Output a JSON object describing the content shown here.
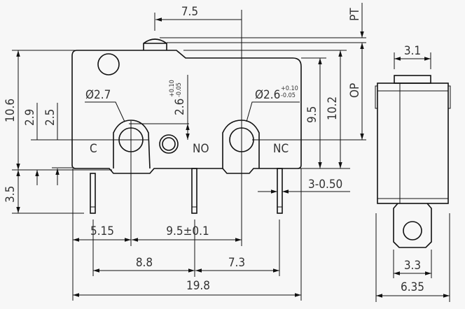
{
  "title": "Microswitch dimension drawing",
  "labels": {
    "terminal_c": "C",
    "terminal_no": "NO",
    "terminal_nc": "NC"
  },
  "dimensions": {
    "lever_offset": "7.5",
    "pt": "PT",
    "op": "OP",
    "height_total": "10.6",
    "d_2_9": "2.9",
    "d_2_5": "2.5",
    "pin_length": "3.5",
    "hole_left": "Ø2.7",
    "hole_right": "Ø2.6",
    "hole_right_tol_plus": "+0.10",
    "hole_right_tol_minus": "-0.05",
    "hole_height": "2.6",
    "hole_height_tol_plus": "+0.10",
    "hole_height_tol_minus": "-0.05",
    "d_9_5_vertical": "9.5",
    "d_10_2": "10.2",
    "pin_thickness": "3-0.50",
    "d_5_15": "5.15",
    "hole_spacing": "9.5±0.1",
    "d_8_8": "8.8",
    "d_7_3": "7.3",
    "length_total": "19.8",
    "side_width_top": "3.1",
    "side_terminal_width": "3.3",
    "side_width_total": "6.35"
  }
}
